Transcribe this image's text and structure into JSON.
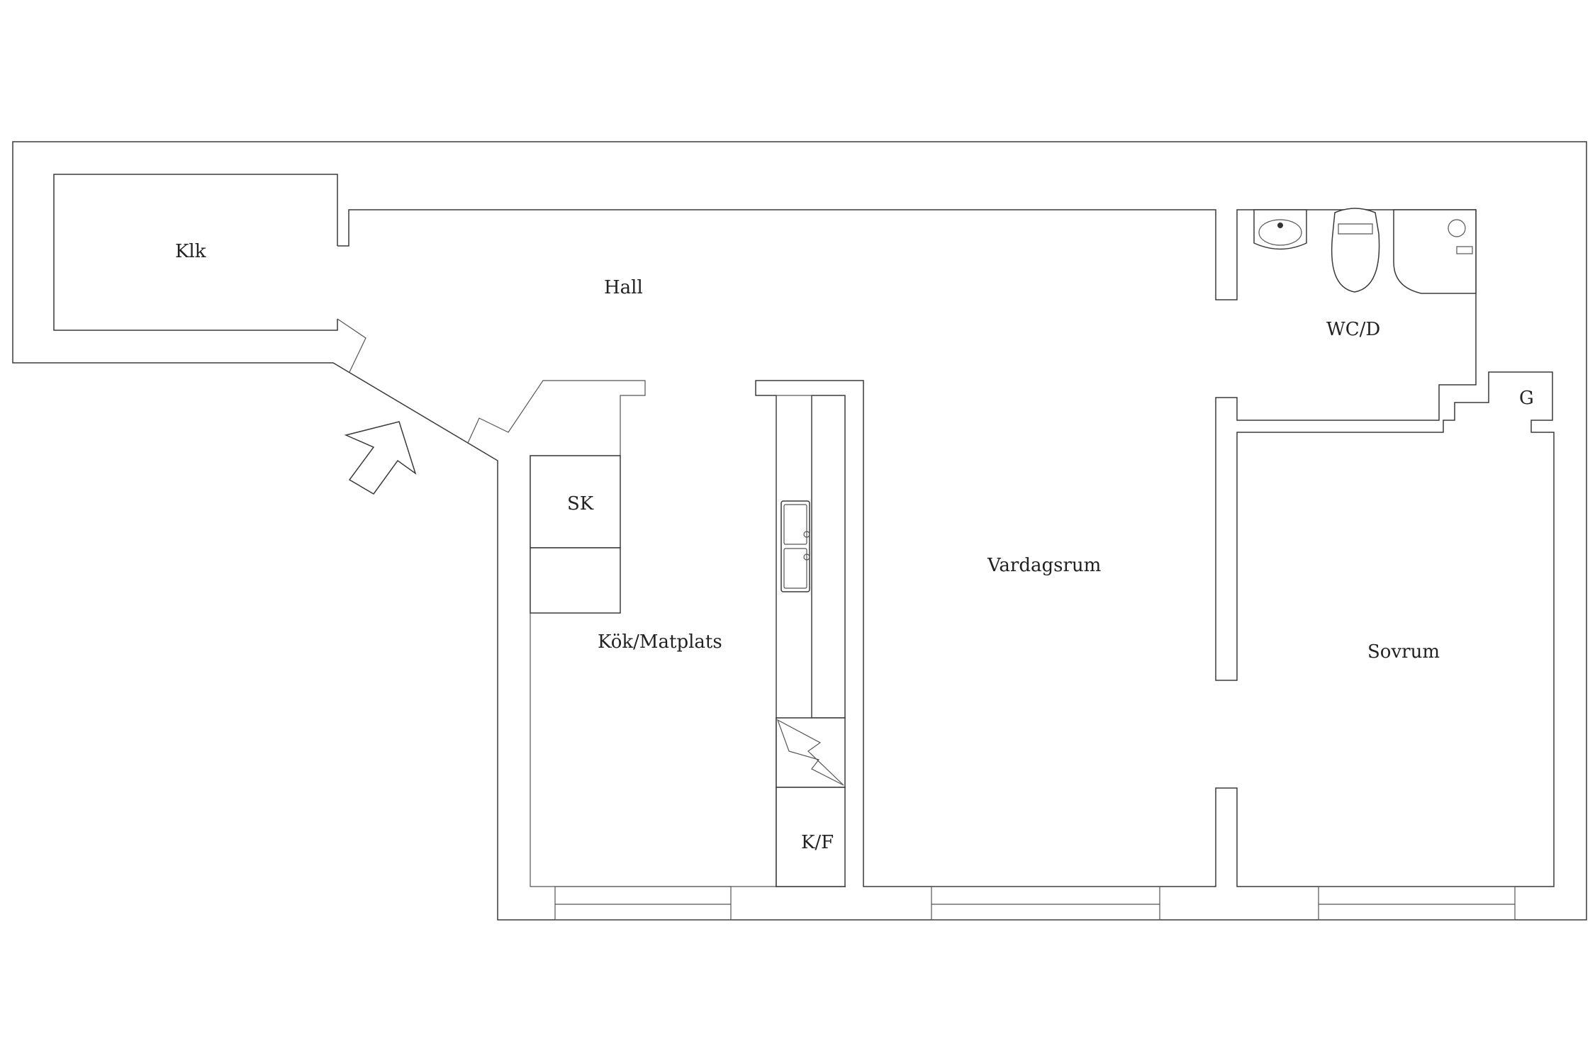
{
  "floorplan": {
    "rooms": {
      "klk": "Klk",
      "hall": "Hall",
      "wcd": "WC/D",
      "g": "G",
      "sk": "SK",
      "kok": "Kök/Matplats",
      "vardagsrum": "Vardagsrum",
      "sovrum": "Sovrum",
      "kf": "K/F"
    }
  }
}
